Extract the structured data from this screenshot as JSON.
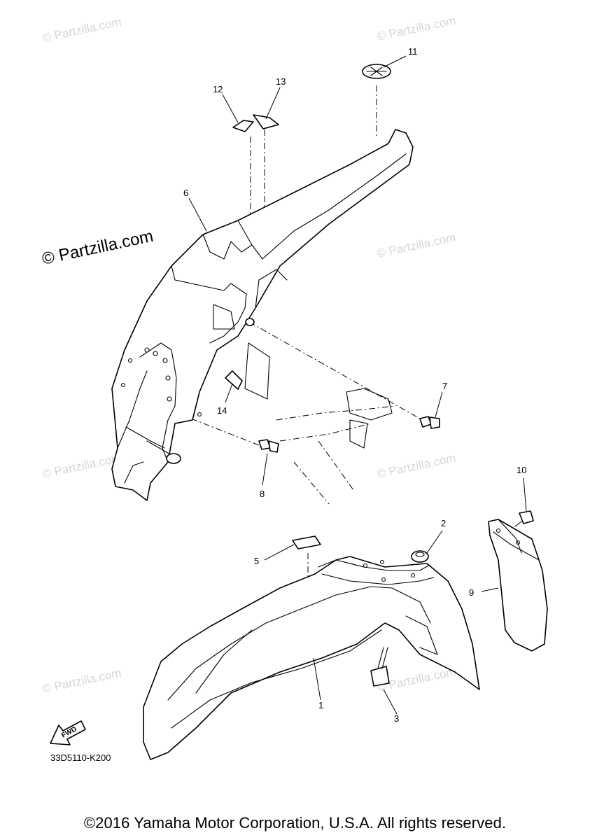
{
  "watermark": "© Partzilla.com",
  "watermark_main": "© Partzilla.com",
  "callouts": {
    "c1": "1",
    "c2": "2",
    "c3": "3",
    "c5": "5",
    "c6": "6",
    "c7": "7",
    "c8": "8",
    "c9": "9",
    "c10": "10",
    "c11": "11",
    "c12": "12",
    "c13": "13",
    "c14": "14"
  },
  "fwd_label": "FWD",
  "diagram_code": "33D5110-K200",
  "copyright": "©2016 Yamaha Motor Corporation, U.S.A. All rights reserved."
}
